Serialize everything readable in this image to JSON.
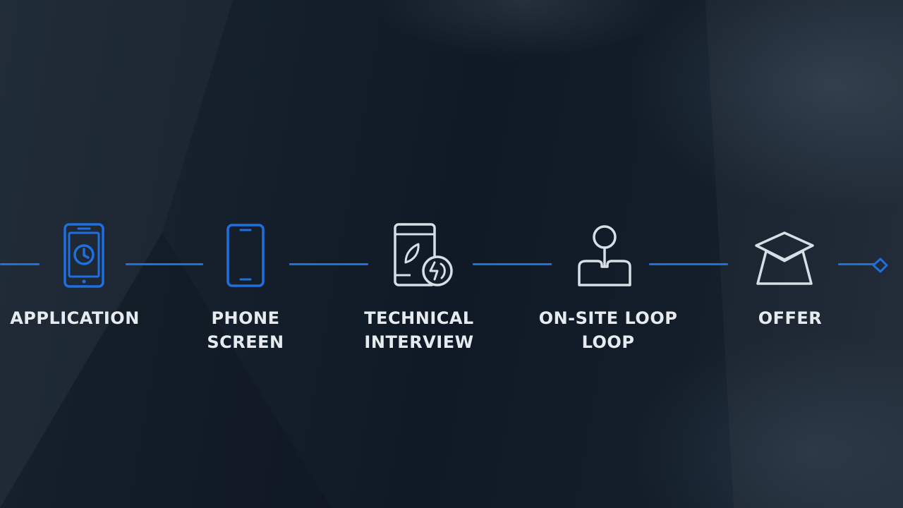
{
  "colors": {
    "accent": "#1f6fe0",
    "icon_light": "#d8dee6",
    "label_text": "#e6ebf0",
    "background": "#131e2a"
  },
  "steps": [
    {
      "icon": "phone-clock-icon",
      "label_lines": [
        "APPLICATION"
      ]
    },
    {
      "icon": "smartphone-icon",
      "label_lines": [
        "PHONE",
        "SCREEN"
      ]
    },
    {
      "icon": "tablet-code-icon",
      "label_lines": [
        "TECHNICAL",
        "INTERVIEW"
      ]
    },
    {
      "icon": "location-pin-person-icon",
      "label_lines": [
        "ON-SITE LOOP",
        "LOOP"
      ]
    },
    {
      "icon": "graduation-cap-icon",
      "label_lines": [
        "OFFER"
      ]
    }
  ]
}
